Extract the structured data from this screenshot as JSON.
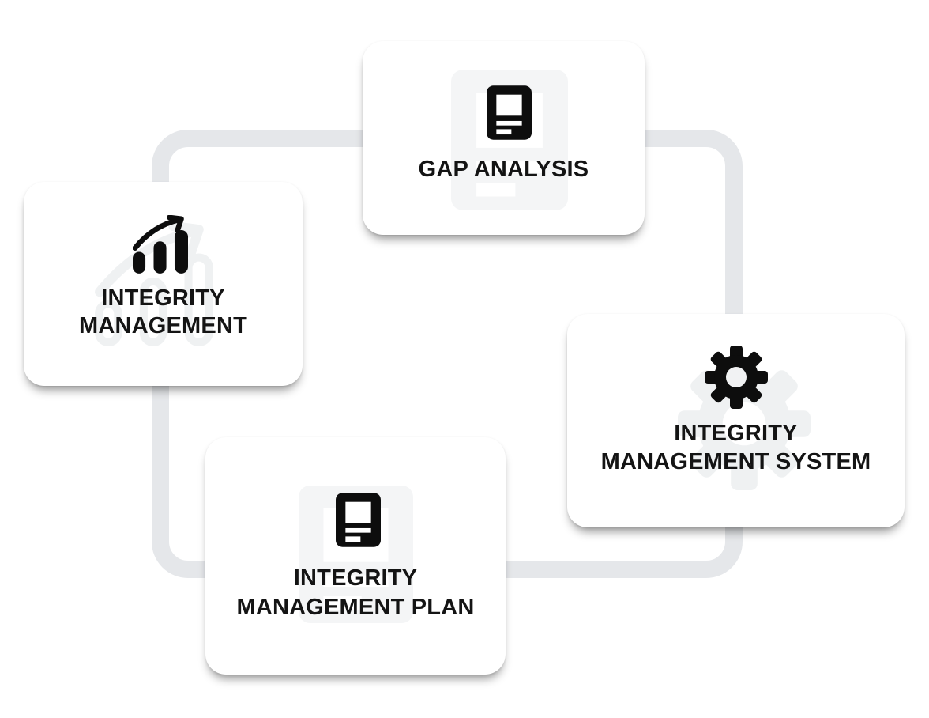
{
  "colors": {
    "background": "#ffffff",
    "card": "#ffffff",
    "connector": "#e5e7ea",
    "text": "#141414",
    "icon": "#0d0d0d",
    "ghost": "#eff1f2",
    "plate": "#f4f5f6",
    "detail": "#ffffff"
  },
  "diagram": {
    "type": "process-loop",
    "cards": [
      {
        "id": "gap-analysis",
        "icon": "document",
        "label_lines": [
          "GAP ANALYSIS"
        ]
      },
      {
        "id": "integrity-management",
        "icon": "bar-chart-growth",
        "label_lines": [
          "INTEGRITY",
          "MANAGEMENT"
        ]
      },
      {
        "id": "integrity-management-system",
        "icon": "gear",
        "label_lines": [
          "INTEGRITY",
          "MANAGEMENT SYSTEM"
        ]
      },
      {
        "id": "integrity-management-plan",
        "icon": "document",
        "label_lines": [
          "INTEGRITY",
          "MANAGEMENT PLAN"
        ]
      }
    ]
  }
}
